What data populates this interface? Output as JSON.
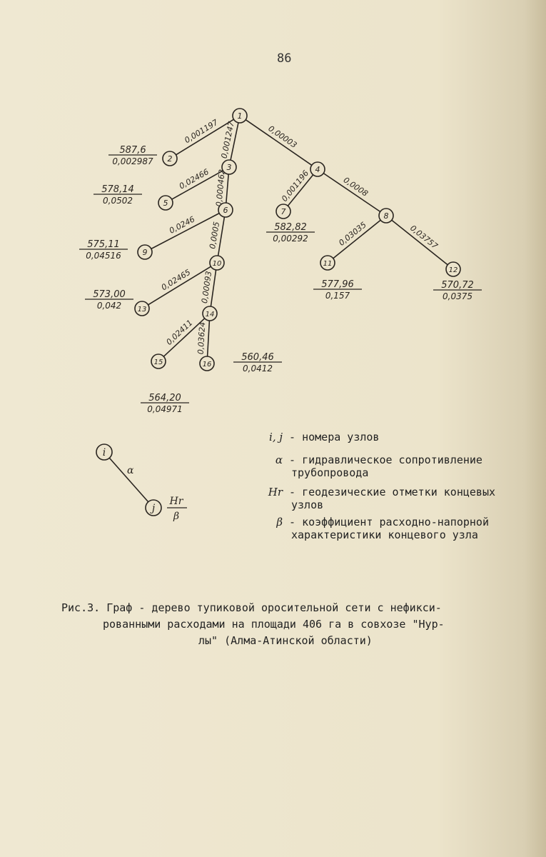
{
  "page_number": "86",
  "graph": {
    "nodes": [
      {
        "id": "1"
      },
      {
        "id": "2"
      },
      {
        "id": "3"
      },
      {
        "id": "4"
      },
      {
        "id": "5"
      },
      {
        "id": "6"
      },
      {
        "id": "7"
      },
      {
        "id": "8"
      },
      {
        "id": "9"
      },
      {
        "id": "10"
      },
      {
        "id": "11"
      },
      {
        "id": "12"
      },
      {
        "id": "13"
      },
      {
        "id": "14"
      },
      {
        "id": "15"
      },
      {
        "id": "16"
      }
    ],
    "edges": [
      {
        "from": "1",
        "to": "2",
        "alpha": "0,001197"
      },
      {
        "from": "1",
        "to": "3",
        "alpha": "0,001247"
      },
      {
        "from": "1",
        "to": "4",
        "alpha": "0,00003"
      },
      {
        "from": "3",
        "to": "5",
        "alpha": "0,02466"
      },
      {
        "from": "3",
        "to": "6",
        "alpha": "0,000462"
      },
      {
        "from": "4",
        "to": "7",
        "alpha": "0,001196"
      },
      {
        "from": "4",
        "to": "8",
        "alpha": "0,0008"
      },
      {
        "from": "6",
        "to": "9",
        "alpha": "0,0246"
      },
      {
        "from": "6",
        "to": "10",
        "alpha": "0,0005"
      },
      {
        "from": "8",
        "to": "11",
        "alpha": "0,03035"
      },
      {
        "from": "8",
        "to": "12",
        "alpha": "0,03757"
      },
      {
        "from": "10",
        "to": "13",
        "alpha": "0,02465"
      },
      {
        "from": "10",
        "to": "14",
        "alpha": "0,00093"
      },
      {
        "from": "14",
        "to": "15",
        "alpha": "0,02411"
      },
      {
        "from": "14",
        "to": "16",
        "alpha": "0,03624"
      }
    ],
    "end_nodes": [
      {
        "node": "2",
        "H": "587,6",
        "beta": "0,002987"
      },
      {
        "node": "5",
        "H": "578,14",
        "beta": "0,0502"
      },
      {
        "node": "7",
        "H": "582,82",
        "beta": "0,00292"
      },
      {
        "node": "9",
        "H": "575,11",
        "beta": "0,04516"
      },
      {
        "node": "11",
        "H": "577,96",
        "beta": "0,157"
      },
      {
        "node": "12",
        "H": "570,72",
        "beta": "0,0375"
      },
      {
        "node": "13",
        "H": "573,00",
        "beta": "0,042"
      },
      {
        "node": "16",
        "H": "560,46",
        "beta": "0,0412"
      },
      {
        "node": "15",
        "H": "564,20",
        "beta": "0,04971"
      }
    ]
  },
  "legend_key": {
    "node_i": "i",
    "node_j": "j",
    "edge_symbol": "α",
    "H_symbol": "Hr",
    "beta_symbol": "β"
  },
  "legend": [
    {
      "symbol": "i, j",
      "text": "- номера узлов",
      "cont": ""
    },
    {
      "symbol": "α",
      "text": "- гидравлическое сопротивление",
      "cont": "трубопровода"
    },
    {
      "symbol": "Hr",
      "text": "- геодезические отметки концевых",
      "cont": "узлов"
    },
    {
      "symbol": "β",
      "text": "- коэффициент расходно-напорной",
      "cont": "характеристики концевого узла"
    }
  ],
  "caption": {
    "line1": "Рис.3. Граф - дерево тупиковой оросительной сети с нефикси-",
    "line2": "рованными расходами на площади 406 га в совхозе \"Нур-",
    "line3": "лы\" (Алма-Атинской области)"
  }
}
